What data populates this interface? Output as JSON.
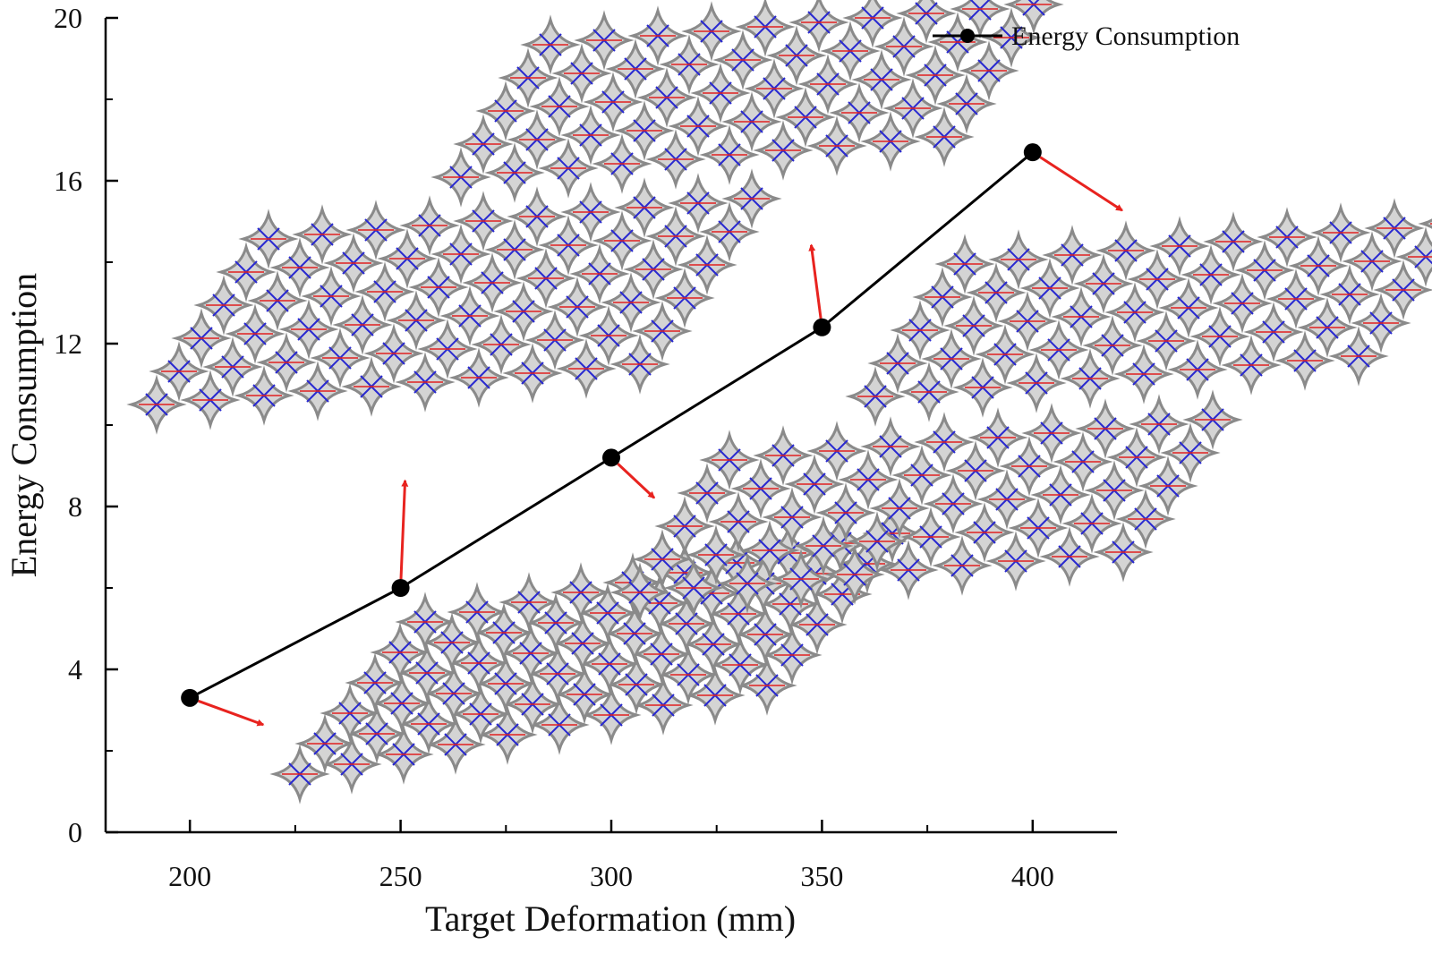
{
  "chart_data": {
    "type": "line",
    "title": "",
    "xlabel": "Target Deformation (mm)",
    "ylabel": "Energy Consumption",
    "xlim": [
      180,
      420
    ],
    "ylim": [
      0,
      20
    ],
    "x_ticks": [
      200,
      250,
      300,
      350,
      400
    ],
    "y_ticks": [
      0,
      4,
      8,
      12,
      16,
      20
    ],
    "grid": false,
    "legend_position": "top-right",
    "series": [
      {
        "name": "Energy Consumption",
        "color": "#000000",
        "marker": "circle",
        "x": [
          200,
          250,
          300,
          350,
          400
        ],
        "y": [
          3.3,
          6.0,
          9.2,
          12.4,
          16.7
        ]
      }
    ],
    "annotations": {
      "type": "lattice-structure-insets",
      "count": 5,
      "arrow_color": "#e8231f",
      "cell_colors": [
        "#a8a8a8",
        "#2a2ad0",
        "#e02020"
      ]
    }
  }
}
